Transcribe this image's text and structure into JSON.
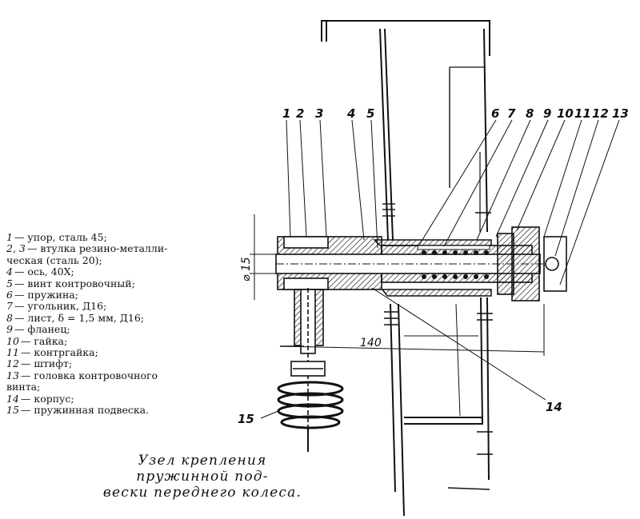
{
  "legend": [
    {
      "num": "1",
      "text": "— упор, сталь 45;"
    },
    {
      "num": "2, 3",
      "text": "— втулка резино-металли-",
      "text2": "ческая (сталь 20);"
    },
    {
      "num": "4",
      "text": "— ось, 40Х;"
    },
    {
      "num": "5",
      "text": "— винт контровочный;"
    },
    {
      "num": "6",
      "text": "— пружина;"
    },
    {
      "num": "7",
      "text": "— угольник, Д16;"
    },
    {
      "num": "8",
      "text": "— лист, δ = 1,5 мм, Д16;"
    },
    {
      "num": "9",
      "text": "— фланец;"
    },
    {
      "num": "10",
      "text": "— гайка;"
    },
    {
      "num": "11",
      "text": "— контргайка;"
    },
    {
      "num": "12",
      "text": "— штифт;"
    },
    {
      "num": "13",
      "text": "— головка контровочного",
      "text2": "винта;"
    },
    {
      "num": "14",
      "text": "— корпус;"
    },
    {
      "num": "15",
      "text": "— пружинная подвеска."
    }
  ],
  "caption": {
    "line1": "Узел крепления пружинной под-",
    "line2": "вески переднего колеса."
  },
  "callouts": [
    "1",
    "2",
    "3",
    "4",
    "5",
    "6",
    "7",
    "8",
    "9",
    "10",
    "11",
    "12",
    "13",
    "14",
    "15"
  ],
  "dimensions": {
    "diameter": "⌀ 15",
    "length": "140"
  }
}
